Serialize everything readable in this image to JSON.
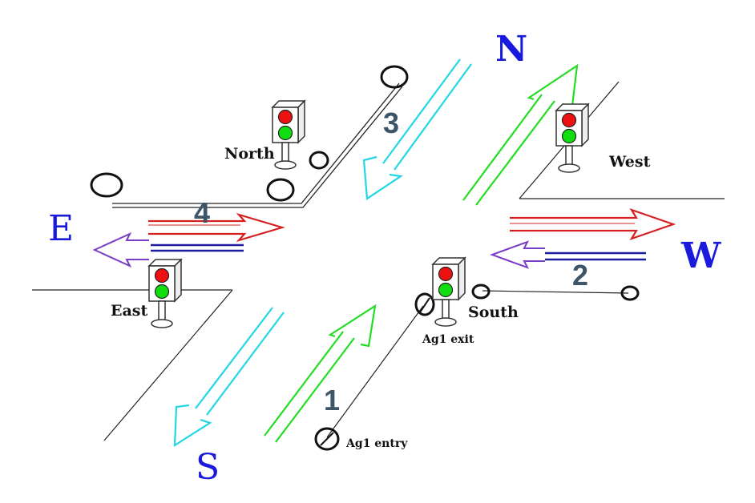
{
  "compass": {
    "north": "N",
    "south": "S",
    "east": "E",
    "west": "W"
  },
  "lanes": {
    "lane1": "1",
    "lane2": "2",
    "lane3": "3",
    "lane4": "4"
  },
  "lights": {
    "north": "North",
    "west": "West",
    "east": "East",
    "south": "South"
  },
  "agent": {
    "entry": "Ag1 entry",
    "exit": "Ag1 exit"
  },
  "colors": {
    "compass_text": "#1a1adc",
    "lane_number": "#3d5566",
    "arrow_red": "#d42020",
    "arrow_blue": "#1c1c9c",
    "arrow_purple": "#7a3cc8",
    "arrow_cyan": "#22d6e6",
    "arrow_green": "#22dd22",
    "signal_red": "#ee1111",
    "signal_green": "#11dd11",
    "road_line": "#222222"
  }
}
